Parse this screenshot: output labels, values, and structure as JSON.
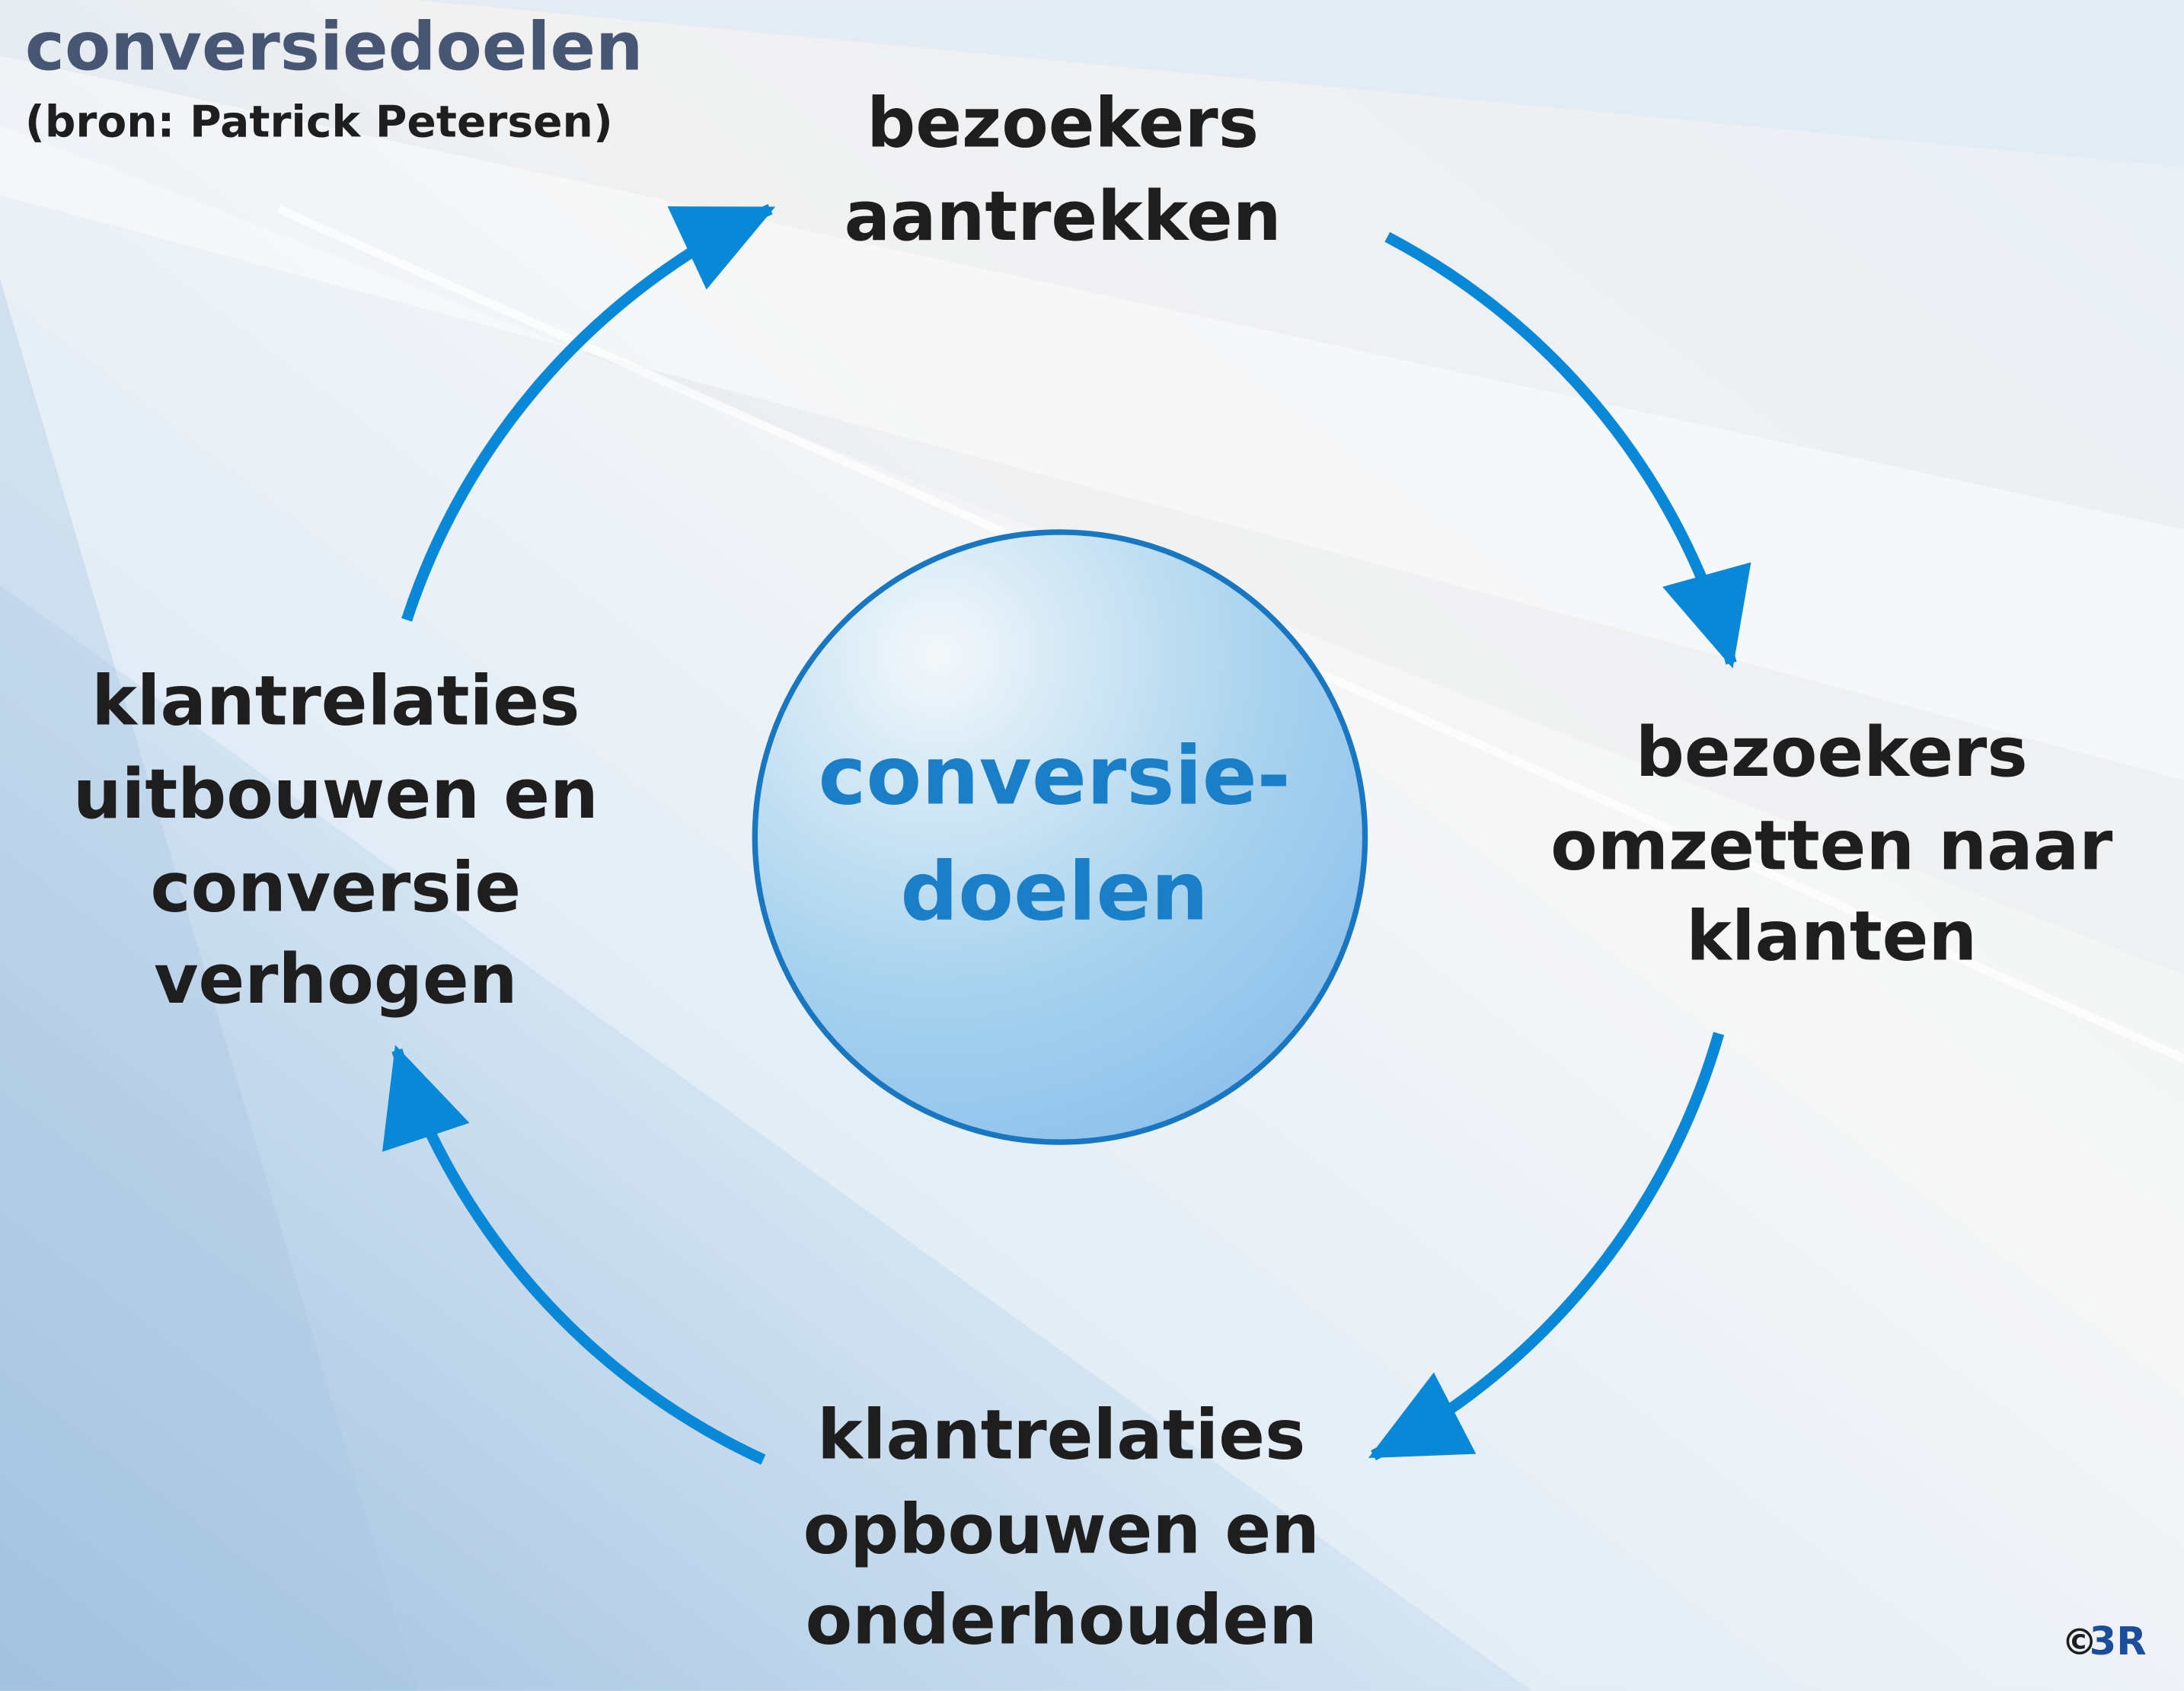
{
  "header": {
    "title": "conversiedoelen",
    "source": "(bron: Patrick Petersen)"
  },
  "center": {
    "lines": [
      "conversie-",
      "doelen"
    ]
  },
  "steps": [
    {
      "lines": [
        "bezoekers",
        "aantrekken"
      ]
    },
    {
      "lines": [
        "bezoekers",
        "omzetten naar",
        "klanten"
      ]
    },
    {
      "lines": [
        "klantrelaties",
        "opbouwen en",
        "onderhouden"
      ]
    },
    {
      "lines": [
        "klantrelaties",
        "uitbouwen en",
        "conversie",
        "verhogen"
      ]
    }
  ],
  "logo": {
    "copyright": "©",
    "brand": "3R"
  },
  "colors": {
    "arrow": "#0a88d8",
    "circle_stroke": "#1877c0",
    "center_text": "#1a7fc6",
    "title": "#475673",
    "text": "#1e1e1e",
    "logo": "#1a4d9a"
  }
}
